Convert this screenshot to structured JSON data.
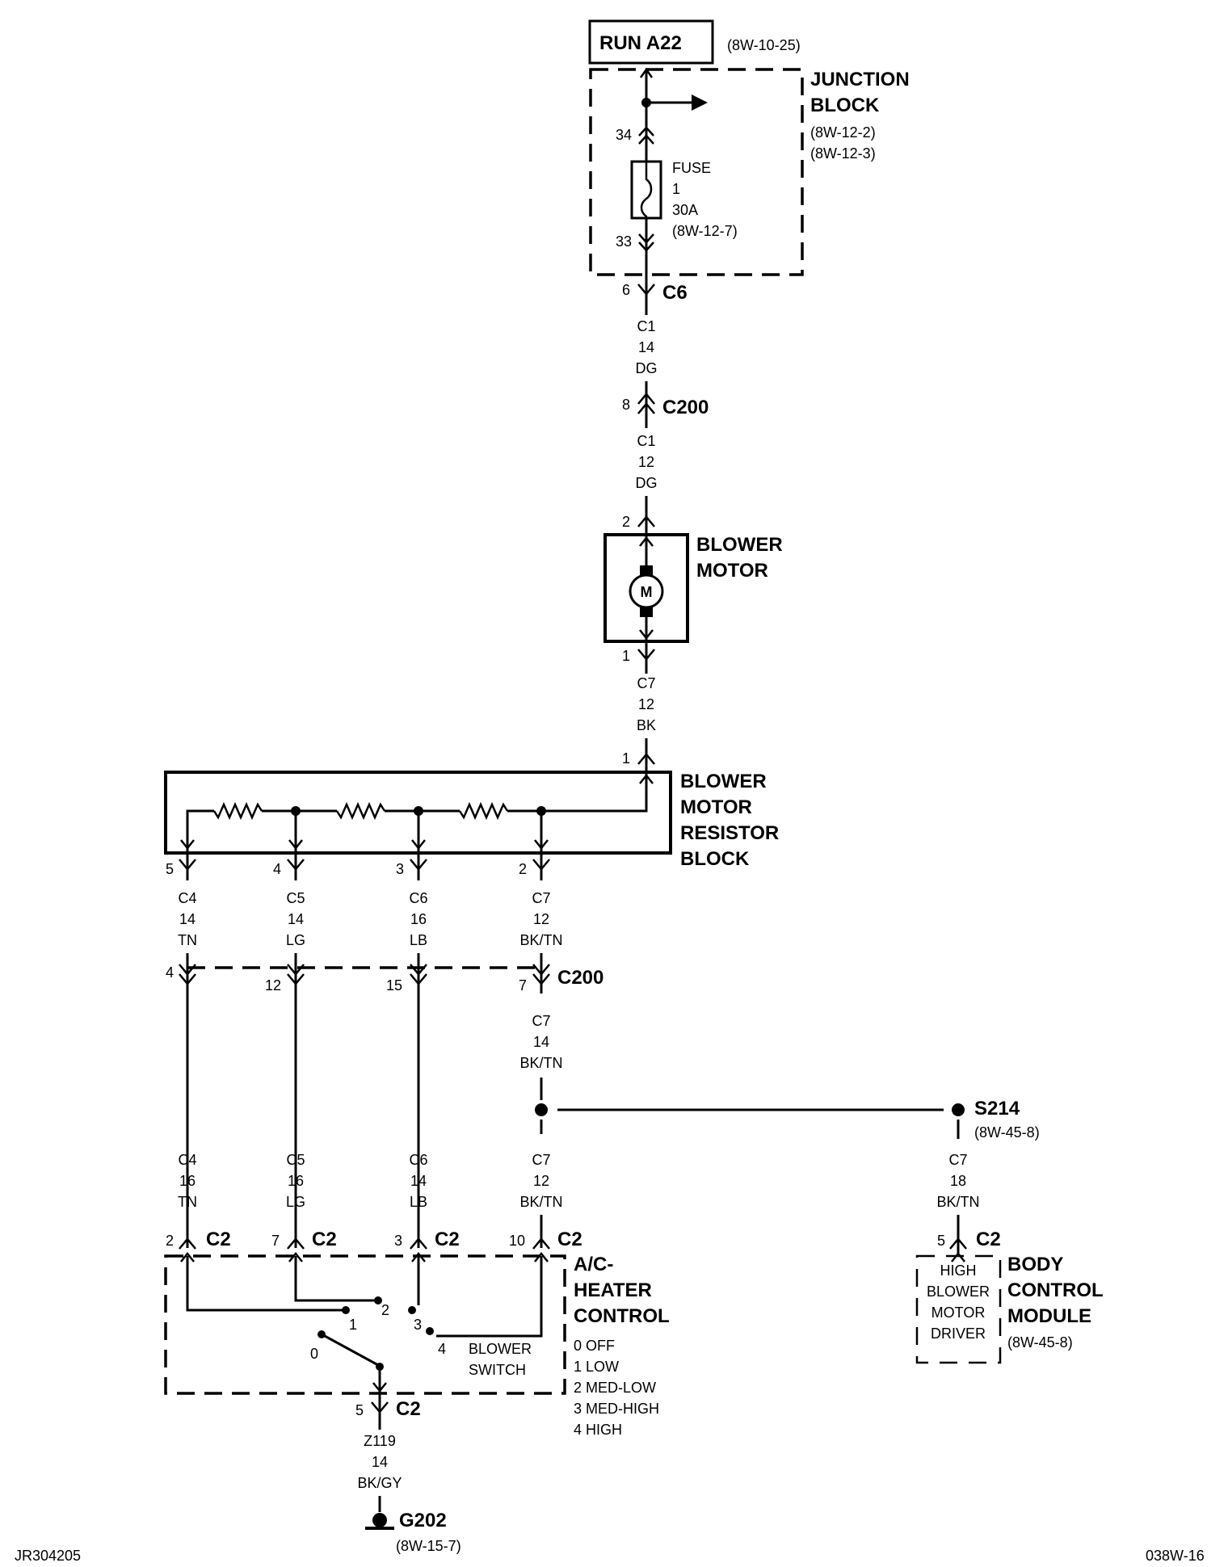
{
  "run_label": "RUN A22",
  "run_ref": "(8W-10-25)",
  "junction_block": {
    "title_1": "JUNCTION",
    "title_2": "BLOCK",
    "ref_1": "(8W-12-2)",
    "ref_2": "(8W-12-3)",
    "pin_in": "34",
    "pin_out": "33",
    "fuse_label": "FUSE",
    "fuse_number": "1",
    "fuse_rating": "30A",
    "fuse_ref": "(8W-12-7)"
  },
  "c6": {
    "pin": "6",
    "name": "C6"
  },
  "wire_c6_c200": {
    "circuit": "C1",
    "gauge": "14",
    "color": "DG"
  },
  "c200_top": {
    "pin": "8",
    "name": "C200"
  },
  "wire_c200_motor": {
    "circuit": "C1",
    "gauge": "12",
    "color": "DG"
  },
  "blower_motor": {
    "pin_top": "2",
    "pin_bottom": "1",
    "title_1": "BLOWER",
    "title_2": "MOTOR",
    "symbol": "M"
  },
  "wire_motor_resistor": {
    "circuit": "C7",
    "gauge": "12",
    "color": "BK"
  },
  "resistor_block": {
    "pin_in": "1",
    "title_1": "BLOWER",
    "title_2": "MOTOR",
    "title_3": "RESISTOR",
    "title_4": "BLOCK",
    "outputs": [
      "5",
      "4",
      "3",
      "2"
    ]
  },
  "upper_wires": [
    {
      "circuit": "C4",
      "gauge": "14",
      "color": "TN"
    },
    {
      "circuit": "C5",
      "gauge": "14",
      "color": "LG"
    },
    {
      "circuit": "C6",
      "gauge": "16",
      "color": "LB"
    },
    {
      "circuit": "C7",
      "gauge": "12",
      "color": "BK/TN"
    }
  ],
  "c200_mid": {
    "name": "C200",
    "pins": [
      "4",
      "12",
      "15",
      "7"
    ]
  },
  "wire_c200_splice": {
    "circuit": "C7",
    "gauge": "14",
    "color": "BK/TN"
  },
  "lower_wires": [
    {
      "circuit": "C4",
      "gauge": "16",
      "color": "TN"
    },
    {
      "circuit": "C5",
      "gauge": "16",
      "color": "LG"
    },
    {
      "circuit": "C6",
      "gauge": "14",
      "color": "LB"
    },
    {
      "circuit": "C7",
      "gauge": "12",
      "color": "BK/TN"
    }
  ],
  "s214": {
    "name": "S214",
    "ref": "(8W-45-8)"
  },
  "wire_s214_bcm": {
    "circuit": "C7",
    "gauge": "18",
    "color": "BK/TN"
  },
  "c2_connectors": [
    {
      "pin": "2",
      "name": "C2"
    },
    {
      "pin": "7",
      "name": "C2"
    },
    {
      "pin": "3",
      "name": "C2"
    },
    {
      "pin": "10",
      "name": "C2"
    }
  ],
  "ac_heater_control": {
    "title_1": "A/C-",
    "title_2": "HEATER",
    "title_3": "CONTROL",
    "switch_label_1": "BLOWER",
    "switch_label_2": "SWITCH",
    "positions": [
      "0",
      "1",
      "2",
      "3",
      "4"
    ],
    "legend": [
      "0 OFF",
      "1 LOW",
      "2 MED-LOW",
      "3 MED-HIGH",
      "4 HIGH"
    ]
  },
  "c2_ground": {
    "pin": "5",
    "name": "C2"
  },
  "ground_wire": {
    "circuit": "Z119",
    "gauge": "14",
    "color": "BK/GY"
  },
  "g202": {
    "name": "G202",
    "ref": "(8W-15-7)"
  },
  "bcm": {
    "pin": "5",
    "conn": "C2",
    "driver_1": "HIGH",
    "driver_2": "BLOWER",
    "driver_3": "MOTOR",
    "driver_4": "DRIVER",
    "title_1": "BODY",
    "title_2": "CONTROL",
    "title_3": "MODULE",
    "ref": "(8W-45-8)"
  },
  "footer_left": "JR304205",
  "footer_right": "038W-16"
}
